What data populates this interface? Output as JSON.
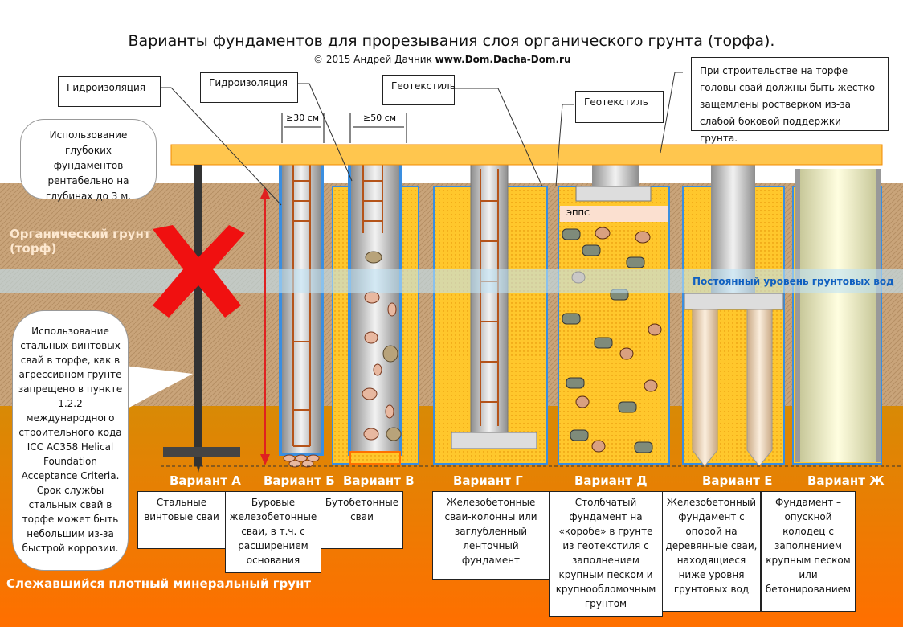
{
  "title": "Варианты фундаментов для прорезывания слоя органического грунта (торфа).",
  "copyright": "© 2015 Андрей Дачник",
  "site": "www.Dom.Dacha-Dom.ru",
  "labels": {
    "hydro1": "Гидроизоляция",
    "hydro2": "Гидроизоляция",
    "geo1": "Геотекстиль",
    "geo2": "Геотекстиль",
    "eps": "ЭППС",
    "dim30": "≥30 см",
    "dim50": "≥50 см"
  },
  "note_top_right": "При строительстве на торфе головы свай должны быть жестко защемлены ростверком из-за слабой боковой поддержки грунта.",
  "bubble_top": "Использование глубоких фундаментов рентабельно на глубинах до 3 м.",
  "bubble_left": "Использование стальных винтовых свай в торфе, как в агрессивном грунте запрещено в пункте 1.2.2 международного строительного кода ICC AC358 Helical Foundation Acceptance Criteria. Срок службы стальных свай в торфе может быть небольшим из-за быстрой коррозии.",
  "ground": {
    "organic": "Органический грунт (торф)",
    "water": "Постоянный уровень грунтовых вод",
    "mineral": "Слежавшийся плотный минеральный  грунт"
  },
  "variants": [
    {
      "name": "Вариант А",
      "desc": "Стальные винтовые сваи"
    },
    {
      "name": "Вариант Б",
      "desc": "Буровые железобетонные сваи, в т.ч. с расширением основания"
    },
    {
      "name": "Вариант В",
      "desc": "Бутобетонные сваи"
    },
    {
      "name": "Вариант Г",
      "desc": "Железобетонные сваи-колонны  или заглубленный ленточный фундамент"
    },
    {
      "name": "Вариант Д",
      "desc": "Столбчатый фундамент на «коробе» в грунте из геотекстиля с заполнением крупным песком и крупнообломочным грунтом"
    },
    {
      "name": "Вариант Е",
      "desc": "Железобетонный фундамент с опорой на деревянные сваи, находящиеся ниже уровня грунтовых вод"
    },
    {
      "name": "Вариант Ж",
      "desc": "Фундамент – опускной колодец с заполнением крупным песком или бетонированием"
    }
  ],
  "colors": {
    "peat": "#c9a47a",
    "mineral_top": "#d88a05",
    "mineral_bottom": "#ff6f00",
    "sand": "#ffc72c",
    "beam": "#ffc64e",
    "water": "#bfe3f5"
  }
}
